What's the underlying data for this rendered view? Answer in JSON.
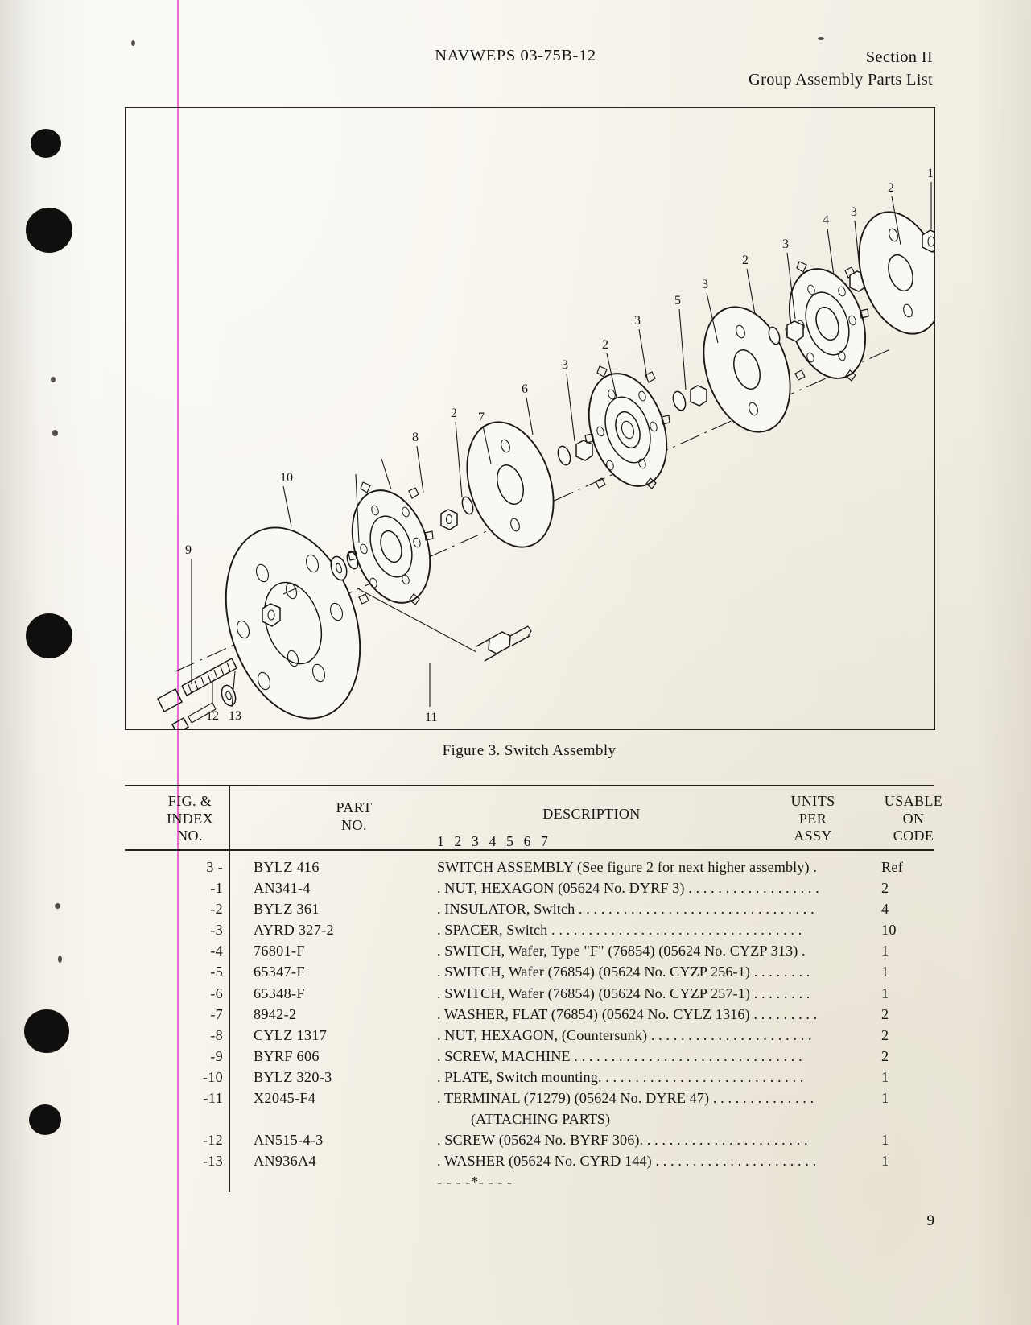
{
  "header": {
    "doc_id": "NAVWEPS 03-75B-12",
    "section": "Section II",
    "subsection": "Group Assembly Parts List"
  },
  "figure": {
    "caption": "Figure 3.  Switch Assembly",
    "callouts": [
      "1",
      "2",
      "3",
      "4",
      "5",
      "6",
      "7",
      "8",
      "9",
      "10",
      "11",
      "12",
      "13"
    ]
  },
  "table": {
    "headers": {
      "fig_index": "FIG. &\nINDEX\nNO.",
      "fig_line1": "FIG. &",
      "fig_line2": "INDEX",
      "fig_line3": "NO.",
      "part_line1": "PART",
      "part_line2": "NO.",
      "description": "DESCRIPTION",
      "indent_scale": "1 2 3 4 5 6 7",
      "units_line1": "UNITS",
      "units_line2": "PER",
      "units_line3": "ASSY",
      "usable_line1": "USABLE",
      "usable_line2": "ON",
      "usable_line3": "CODE"
    },
    "rows": [
      {
        "index": "3 -",
        "part": "BYLZ 416",
        "desc": "SWITCH ASSEMBLY (See figure 2 for next higher assembly)",
        "leader": " . ",
        "units": "Ref",
        "code": ""
      },
      {
        "index": "-1",
        "part": "AN341-4",
        "desc": ". NUT, HEXAGON (05624 No. DYRF 3)",
        "leader": " . . . . . . . . . . . . . . . . . . ",
        "units": "2",
        "code": ""
      },
      {
        "index": "-2",
        "part": "BYLZ 361",
        "desc": ". INSULATOR, Switch",
        "leader": " . . . . . . . . . . . . . . . . . . . . . . . . . . . . . . . . ",
        "units": "4",
        "code": ""
      },
      {
        "index": "-3",
        "part": "AYRD 327-2",
        "desc": ". SPACER, Switch",
        "leader": " . . . . . . . . . . . . . . . . . . . . . . . . . . . . . . . . . . ",
        "units": "10",
        "code": ""
      },
      {
        "index": "-4",
        "part": "76801-F",
        "desc": ". SWITCH, Wafer, Type \"F\" (76854) (05624 No. CYZP 313)",
        "leader": " . ",
        "units": "1",
        "code": ""
      },
      {
        "index": "-5",
        "part": "65347-F",
        "desc": ". SWITCH, Wafer (76854) (05624 No. CYZP 256-1)",
        "leader": " . . . . . . . . ",
        "units": "1",
        "code": ""
      },
      {
        "index": "-6",
        "part": "65348-F",
        "desc": ". SWITCH, Wafer (76854) (05624 No. CYZP 257-1)",
        "leader": " . . . . . . . . ",
        "units": "1",
        "code": ""
      },
      {
        "index": "-7",
        "part": "8942-2",
        "desc": ". WASHER, FLAT (76854) (05624 No. CYLZ 1316)",
        "leader": " . . . . . . . . . ",
        "units": "2",
        "code": ""
      },
      {
        "index": "-8",
        "part": "CYLZ 1317",
        "desc": ". NUT, HEXAGON, (Countersunk)",
        "leader": " . . . . . . . . . . . . . . . . . . . . . . ",
        "units": "2",
        "code": ""
      },
      {
        "index": "-9",
        "part": "BYRF 606",
        "desc": ". SCREW, MACHINE",
        "leader": " . . . . . . . . . . . . . . . . . . . . . . . . . . . . . . . ",
        "units": "2",
        "code": ""
      },
      {
        "index": "-10",
        "part": "BYLZ 320-3",
        "desc": ". PLATE, Switch mounting",
        "leader": ". . . . . . . . . . . . . . . . . . . . . . . . . . . . ",
        "units": "1",
        "code": ""
      },
      {
        "index": "-11",
        "part": "X2045-F4",
        "desc": ". TERMINAL (71279) (05624 No. DYRE 47)",
        "leader": " . . . . . . . . . . . . . . ",
        "units": "1",
        "code": ""
      },
      {
        "index": "",
        "part": "",
        "desc": "(ATTACHING PARTS)",
        "leader": "",
        "units": "",
        "code": "",
        "sub": true
      },
      {
        "index": "-12",
        "part": "AN515-4-3",
        "desc": ". SCREW (05624 No. BYRF 306)",
        "leader": ". . . . . . . . . . . . . . . . . . . . . . . ",
        "units": "1",
        "code": ""
      },
      {
        "index": "-13",
        "part": "AN936A4",
        "desc": ". WASHER (05624 No. CYRD 144)",
        "leader": " . . . . . . . . . . . . . . . . . . . . . . ",
        "units": "1",
        "code": ""
      }
    ],
    "end_marker": "- - - -*- - - -"
  },
  "footer": {
    "page_number": "9"
  },
  "colors": {
    "paper": "#f7f5ee",
    "ink": "#171512",
    "scanline": "#e84fd0"
  }
}
